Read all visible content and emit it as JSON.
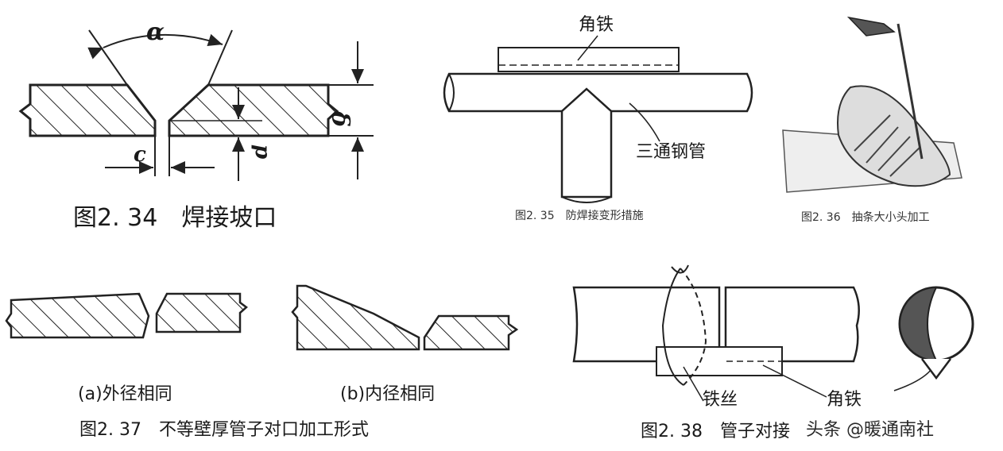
{
  "fig234": {
    "caption": "图2. 34　焊接坡口",
    "alpha": "α",
    "delta": "δ",
    "c": "c",
    "p": "p"
  },
  "fig235": {
    "caption": "图2. 35　防焊接变形措施",
    "label_angle_iron": "角铁",
    "label_tee": "三通钢管"
  },
  "fig236": {
    "caption": "图2. 36　抽条大小头加工"
  },
  "fig237": {
    "caption": "图2. 37　不等壁厚管子对口加工形式",
    "sub_a": "(a)外径相同",
    "sub_b": "(b)内径相同"
  },
  "fig238": {
    "caption": "图2. 38　管子对接",
    "label_wire": "铁丝",
    "label_angle_iron": "角铁"
  },
  "watermark": "头条 @暖通南社"
}
